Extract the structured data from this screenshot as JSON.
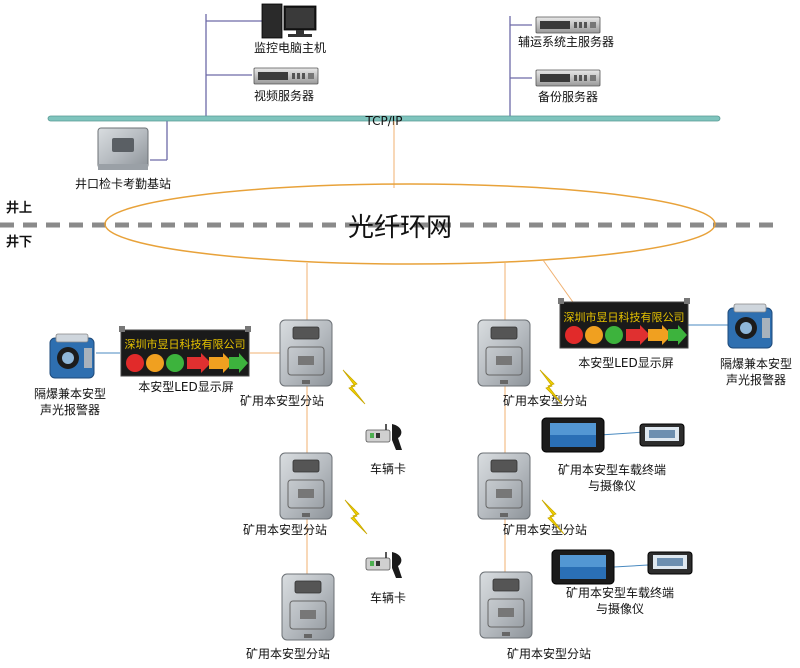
{
  "network": {
    "tcp_label": "TCP/IP",
    "ring_label": "光纤环网",
    "above_ground": "井上",
    "below_ground": "井下"
  },
  "nodes": {
    "monitor_pc": "监控电脑主机",
    "video_server": "视频服务器",
    "transport_server": "辅运系统主服务器",
    "backup_server": "备份服务器",
    "wellhead_station": "井口检卡考勤基站"
  },
  "left_branch": {
    "alarm": [
      "隔爆兼本安型",
      "声光报警器"
    ],
    "led_display": "本安型LED显示屏",
    "led_company": "深圳市昱日科技有限公司",
    "substation_1": "矿用本安型分站",
    "substation_2": "矿用本安型分站",
    "substation_3": "矿用本安型分站",
    "vehicle_card_1": "车辆卡",
    "vehicle_card_2": "车辆卡"
  },
  "right_branch": {
    "alarm": [
      "隔爆兼本安型",
      "声光报警器"
    ],
    "led_display": "本安型LED显示屏",
    "led_company": "深圳市昱日科技有限公司",
    "substation_1": "矿用本安型分站",
    "substation_2": "矿用本安型分站",
    "substation_3": "矿用本安型分站",
    "terminal_1": [
      "矿用本安型车载终端",
      "与摄像仪"
    ],
    "terminal_2": [
      "矿用本安型车载终端",
      "与摄像仪"
    ]
  },
  "colors": {
    "tcp_bus": "#7fc4bd",
    "ring": "#e8a23a",
    "link_line": "#f0b070",
    "pc_link": "#6d6aa8",
    "ground_line": "#8a8a8a",
    "wireless": "#f2d200",
    "led_bg": "#1a1a1a"
  },
  "icons": {
    "pc": "desktop-computer-icon",
    "server": "rack-server-icon",
    "station": "cabinet-station-icon",
    "substation": "substation-cabinet-icon",
    "alarm": "explosion-proof-alarm-icon",
    "card": "vehicle-card-icon",
    "terminal": "vehicle-terminal-icon",
    "camera": "camera-icon",
    "wireless": "lightning-wireless-icon"
  }
}
